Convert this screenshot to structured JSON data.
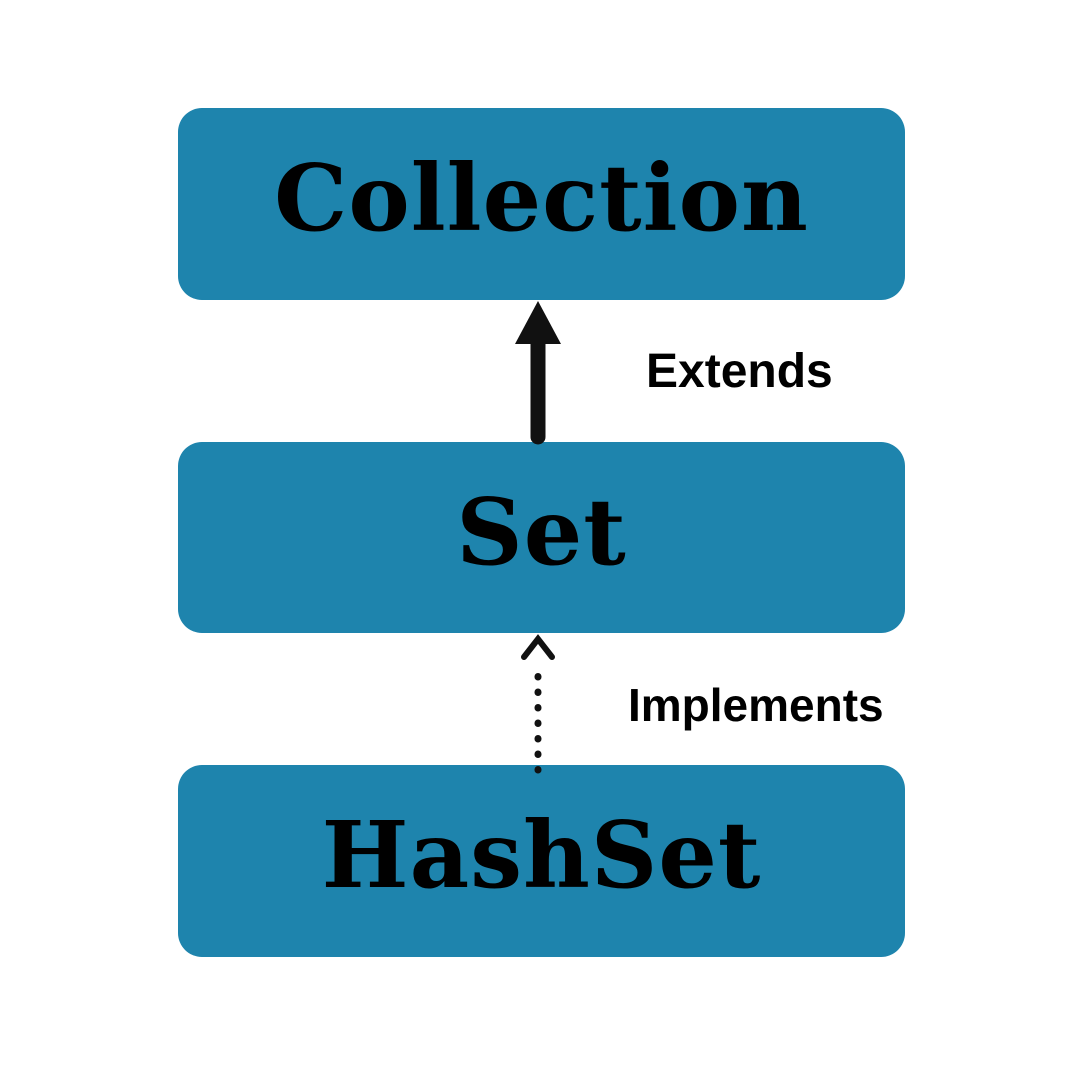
{
  "diagram": {
    "type": "hierarchy",
    "background": "#ffffff",
    "node_fill": "#1e84ad",
    "text_color": "#000000",
    "arrow_color": "#111111",
    "nodes": [
      {
        "id": "collection",
        "label": "Collection"
      },
      {
        "id": "set",
        "label": "Set"
      },
      {
        "id": "hashset",
        "label": "HashSet"
      }
    ],
    "edges": [
      {
        "from": "set",
        "to": "collection",
        "label": "Extends",
        "style": "solid-arrow"
      },
      {
        "from": "hashset",
        "to": "set",
        "label": "Implements",
        "style": "dotted-arrow"
      }
    ]
  }
}
